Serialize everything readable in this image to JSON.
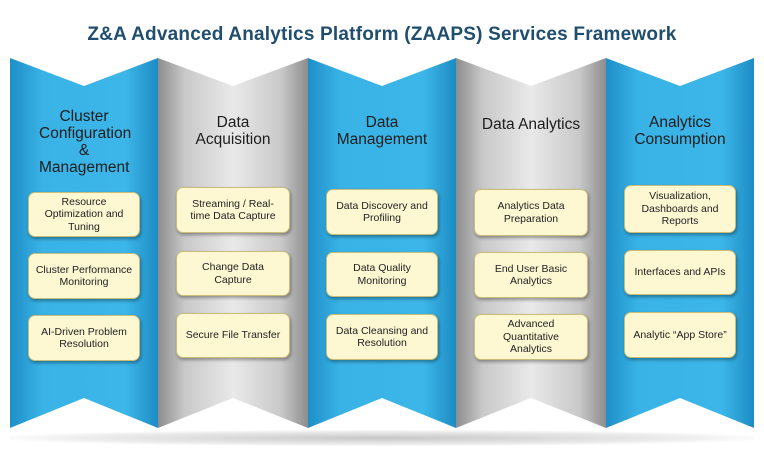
{
  "title": "Z&A Advanced Analytics Platform (ZAAPS) Services Framework",
  "colors": {
    "blue": "#3cb6e8",
    "gray": "#d8d8d8",
    "card": "#fdf7d2",
    "title": "#1f4e6e"
  },
  "columns": [
    {
      "title": "Cluster Configuration & Management",
      "cards": [
        "Resource Optimization and Tuning",
        "Cluster Performance Monitoring",
        "AI-Driven Problem Resolution"
      ]
    },
    {
      "title": "Data Acquisition",
      "cards": [
        "Streaming / Real-time Data Capture",
        "Change Data Capture",
        "Secure File Transfer"
      ]
    },
    {
      "title": "Data Management",
      "cards": [
        "Data Discovery and Profiling",
        "Data Quality Monitoring",
        "Data Cleansing and Resolution"
      ]
    },
    {
      "title": "Data Analytics",
      "cards": [
        "Analytics Data Preparation",
        "End User Basic Analytics",
        "Advanced Quantitative Analytics"
      ]
    },
    {
      "title": "Analytics Consumption",
      "cards": [
        "Visualization, Dashboards and Reports",
        "Interfaces and APIs",
        "Analytic “App Store”"
      ]
    }
  ]
}
